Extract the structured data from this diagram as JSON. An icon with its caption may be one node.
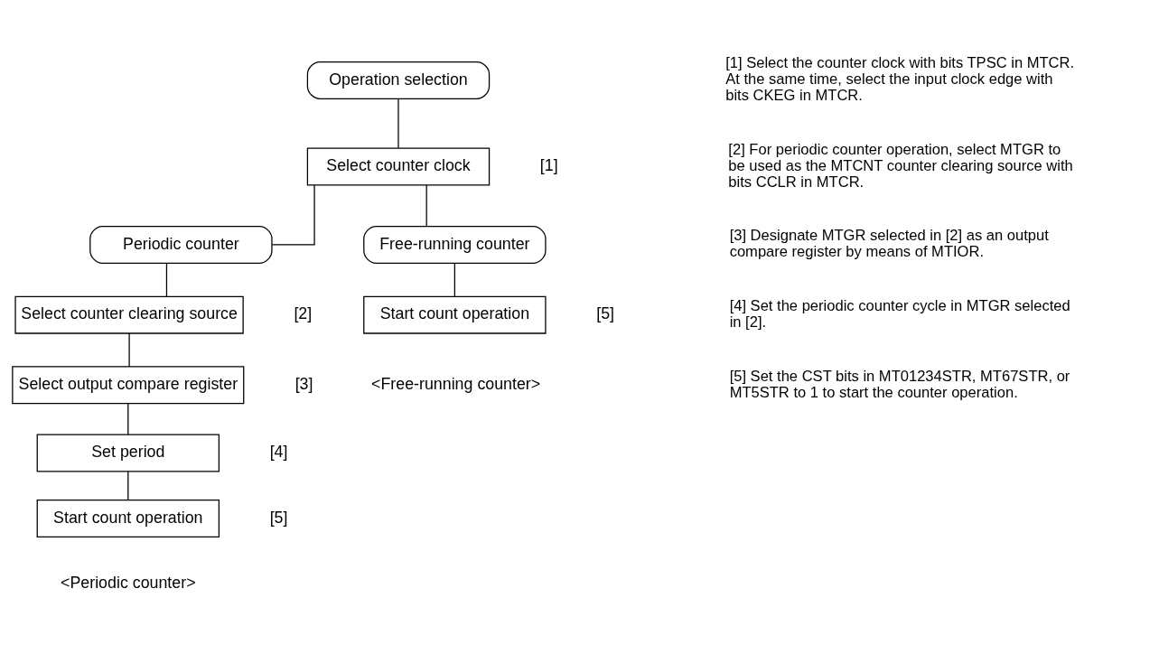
{
  "diagram": {
    "nodes": [
      {
        "text": [
          "Operation selection"
        ]
      },
      {
        "text": [
          "Select counter clock"
        ],
        "beside": [
          "[1]"
        ]
      },
      {
        "text": [
          "Periodic counter"
        ]
      },
      {
        "text": [
          "Free-running counter"
        ]
      },
      {
        "text": [
          "Select counter clearing source"
        ],
        "beside": [
          "[2]"
        ]
      },
      {
        "text": [
          "Select output compare register"
        ],
        "beside": [
          "[3]"
        ]
      },
      {
        "text": [
          "Set period"
        ],
        "beside": [
          "[4]"
        ]
      },
      {
        "text": [
          "Start count operation"
        ],
        "beside": [
          "[5]"
        ]
      },
      {
        "text": [
          "Start count operation"
        ],
        "beside": [
          "[5]"
        ]
      }
    ],
    "edges": [
      {
        "from": 0,
        "to": 1,
        "arrow": "none"
      },
      {
        "from": 1,
        "to": 2,
        "arrow": "none"
      },
      {
        "from": 1,
        "to": 3,
        "arrow": "none"
      },
      {
        "from": 2,
        "to": 4,
        "arrow": "none"
      },
      {
        "from": 4,
        "to": 5,
        "arrow": "none"
      },
      {
        "from": 5,
        "to": 6,
        "arrow": "none"
      },
      {
        "from": 6,
        "to": 7,
        "arrow": "none"
      },
      {
        "from": 3,
        "to": 8,
        "arrow": "none"
      }
    ],
    "labels": [
      "[1] Select the counter clock with bits TPSC in MTCR. At the same time, select the input clock edge with bits CKEG in MTCR.",
      "[2] For periodic counter operation, select MTGR to be used as the MTCNT counter clearing source with bits CCLR in MTCR.",
      "[3] Designate MTGR selected in [2] as an output compare register by means of MTIOR.",
      "[4] Set the periodic counter cycle in MTGR selected in [2].",
      "[5] Set the CST bits in MT01234STR, MT67STR, or MT5STR to 1 to start the counter operation.",
      "<Periodic counter>",
      "<Free-running counter>"
    ]
  }
}
